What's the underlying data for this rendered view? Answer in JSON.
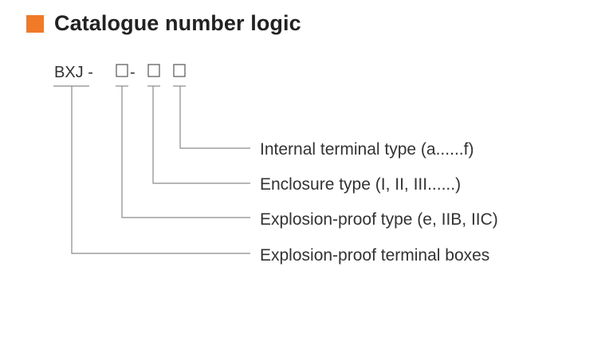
{
  "heading": {
    "title": "Catalogue number logic",
    "accent_color": "#f07a28"
  },
  "code": {
    "prefix": "BXJ -",
    "separator_1": "-",
    "placeholder_shape": "empty-square"
  },
  "legend": [
    {
      "label": "Internal terminal type (a......f)"
    },
    {
      "label": "Enclosure type (I, II, III......)"
    },
    {
      "label": "Explosion-proof type (e, IIB, IIC)"
    },
    {
      "label": "Explosion-proof terminal boxes"
    }
  ]
}
